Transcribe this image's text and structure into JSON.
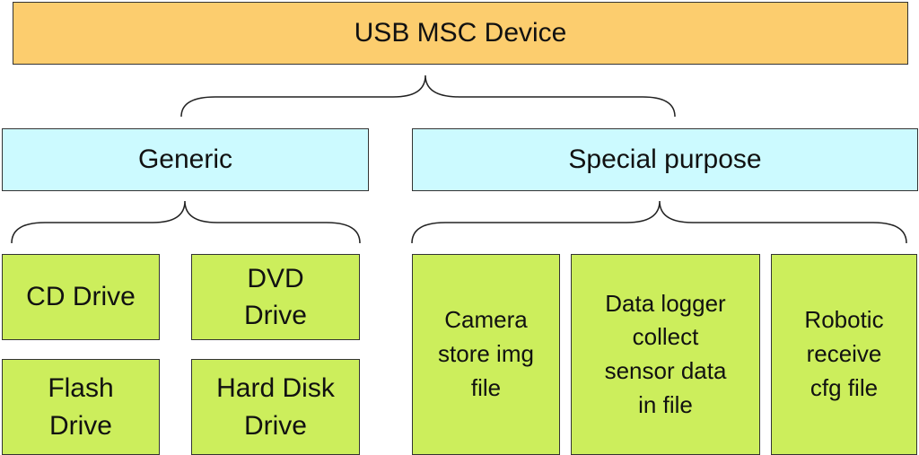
{
  "root": {
    "label": "USB MSC Device",
    "color": "#fccd6e"
  },
  "categories": [
    {
      "label": "Generic",
      "color": "#ccfaff",
      "items": [
        {
          "label": "CD Drive"
        },
        {
          "label": "DVD\nDrive"
        },
        {
          "label": "Flash\nDrive"
        },
        {
          "label": "Hard Disk\nDrive"
        }
      ]
    },
    {
      "label": "Special purpose",
      "color": "#ccfaff",
      "items": [
        {
          "label": "Camera\nstore img\nfile"
        },
        {
          "label": "Data logger\ncollect\nsensor data\nin file"
        },
        {
          "label": "Robotic\nreceive\ncfg file"
        }
      ]
    }
  ],
  "leaf_color": "#ccee5c"
}
